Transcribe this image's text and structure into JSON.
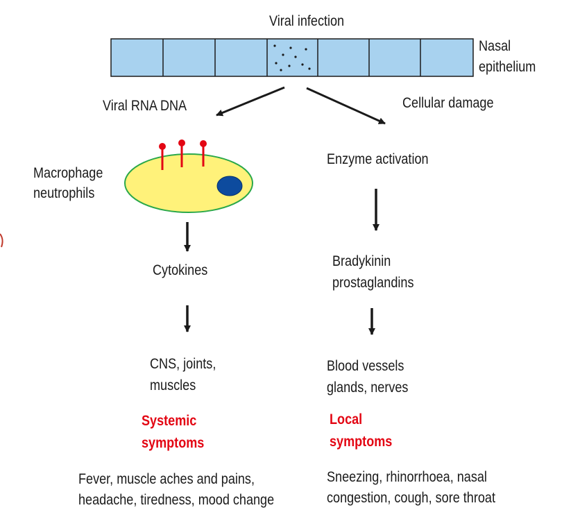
{
  "diagram": {
    "title": "Viral infection",
    "epithelium_label": [
      "Nasal",
      "epithelium"
    ],
    "branch_left_label": "Viral RNA DNA",
    "branch_right_label": "Cellular damage",
    "left_chain": {
      "cell_label": [
        "Macrophage",
        "neutrophils"
      ],
      "mediator": "Cytokines",
      "targets": [
        "CNS, joints,",
        "muscles"
      ],
      "category": [
        "Systemic",
        "symptoms"
      ],
      "symptoms": [
        "Fever, muscle aches and pains,",
        "headache, tiredness, mood change"
      ]
    },
    "right_chain": {
      "process": "Enzyme activation",
      "mediators": [
        "Bradykinin",
        "prostaglandins"
      ],
      "targets": [
        "Blood vessels",
        "glands, nerves"
      ],
      "category": [
        "Local",
        "symptoms"
      ],
      "symptoms": [
        "Sneezing, rhinorrhoea, nasal",
        "congestion, cough, sore throat"
      ]
    },
    "colors": {
      "epithelium_fill": "#a8d2ef",
      "cell_fill": "#fff27a",
      "cell_border": "#2aa84a",
      "nucleus": "#0d4b9e",
      "receptor": "#e30613",
      "emphasis_text": "#e30613"
    }
  }
}
